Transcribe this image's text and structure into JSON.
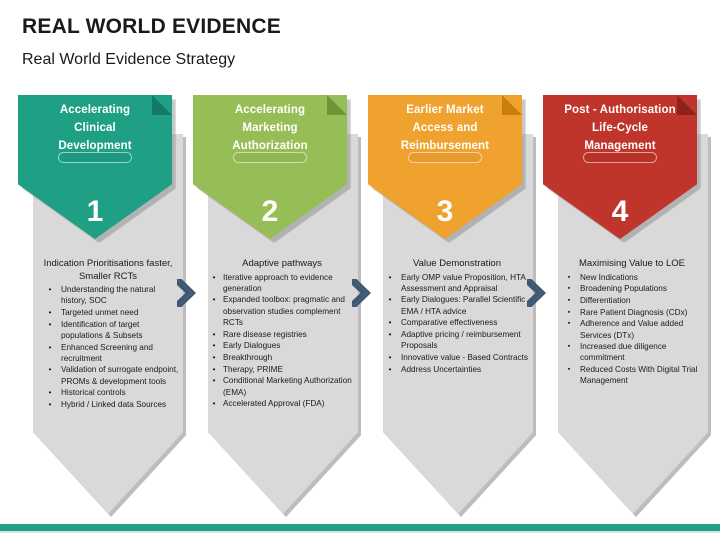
{
  "header": {
    "title": "REAL WORLD EVIDENCE",
    "subtitle": "Real World Evidence Strategy"
  },
  "theme": {
    "accent_bar": "#23a085",
    "panel_grey": "#d9d9d9",
    "chevron": "#3f5871",
    "text": "#1a1a1a"
  },
  "columns": [
    {
      "number": "1",
      "color": "#1fa085",
      "fold_color": "#127a65",
      "banner_title": "Accelerating\nClinical\nDevelopment",
      "banner_lines": [
        "Accelerating",
        "Clinical",
        "Development"
      ],
      "heading": "Indication Prioritisations faster, Smaller RCTs",
      "bullet_mark": "•",
      "bullets": [
        "Understanding the natural history, SOC",
        "Targeted unmet need",
        "Identification of target populations & Subsets",
        "Enhanced Screening and recruitment",
        "Validation of surrogate endpoint, PROMs & development tools",
        "Historical controls",
        "Hybrid / Linked data Sources"
      ]
    },
    {
      "number": "2",
      "color": "#97be56",
      "fold_color": "#6f9437",
      "banner_title": "Accelerating\nMarketing\nAuthorization",
      "banner_lines": [
        "Accelerating",
        "Marketing",
        "Authorization"
      ],
      "heading": "Adaptive pathways",
      "bullet_mark": "•",
      "bullets": [
        "Iterative approach to evidence generation",
        "Expanded toolbox: pragmatic and observation studies complement RCTs",
        "Rare disease registries",
        "Early Dialogues",
        "Breakthrough",
        "Therapy, PRIME",
        "Conditional Marketing Authorization (EMA)",
        "Accelerated Approval (FDA)"
      ]
    },
    {
      "number": "3",
      "color": "#f0a22e",
      "fold_color": "#c97c10",
      "banner_title": "Earlier Market\nAccess and\nReimbursement",
      "banner_lines": [
        "Earlier Market",
        "Access and",
        "Reimbursement"
      ],
      "heading": "Value Demonstration",
      "bullet_mark": "•",
      "bullets": [
        "Early OMP value Proposition, HTA Assessment and Appraisal",
        "Early Dialogues: Parallel Scientific EMA / HTA advice",
        "Comparative effectiveness",
        "Adaptive pricing / reimbursement Proposals",
        "Innovative value - Based Contracts",
        "Address Uncertainties"
      ]
    },
    {
      "number": "4",
      "color": "#c0352b",
      "fold_color": "#8f231c",
      "banner_title": "Post - Authorisation\nLife-Cycle\nManagement",
      "banner_lines": [
        "Post - Authorisation",
        "Life-Cycle",
        "Management"
      ],
      "heading": "Maximising Value to LOE",
      "bullet_mark": "▪",
      "bullets": [
        "New Indications",
        "Broadening Populations",
        "Differentiation",
        "Rare Patient Diagnosis (CDx)",
        "Adherence and Value added Services (DTx)",
        "Increased due diligence commitment",
        "Reduced Costs With Digital Trial Management"
      ]
    }
  ],
  "separators": {
    "icon": "chevron-right-icon",
    "count": 3
  }
}
